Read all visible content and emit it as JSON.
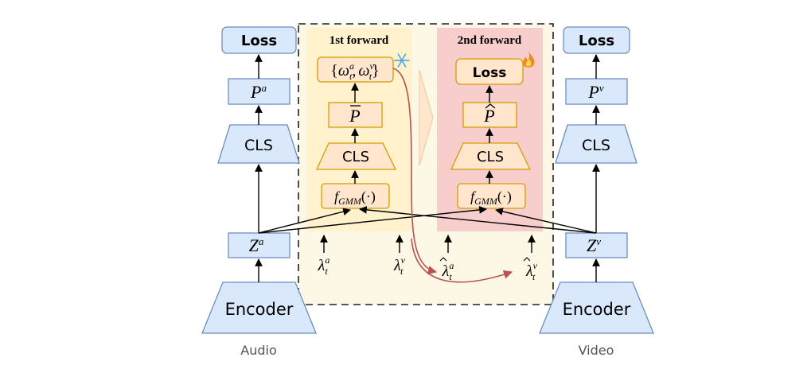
{
  "audio": {
    "loss_label": "Loss",
    "p_label": "P",
    "p_sup": "a",
    "cls_label": "CLS",
    "z_label": "Z",
    "z_sup": "a",
    "encoder_label": "Encoder",
    "modality_label": "Audio"
  },
  "video": {
    "loss_label": "Loss",
    "p_label": "P",
    "p_sup": "v",
    "cls_label": "CLS",
    "z_label": "Z",
    "z_sup": "v",
    "encoder_label": "Encoder",
    "modality_label": "Video"
  },
  "first_forward": {
    "title": "1st forward",
    "weights_open": "{",
    "weights_w1": "ω",
    "weights_w1_sup": "a",
    "weights_w1_sub": "t",
    "weights_comma": ",",
    "weights_w2": "ω",
    "weights_w2_sup": "v",
    "weights_w2_sub": "t",
    "weights_close": "}",
    "pbar_label": "P",
    "cls_label": "CLS",
    "gmm_f": "f",
    "gmm_sub": "GMM",
    "gmm_arg": "(·)",
    "frozen_icon": "snowflake-icon"
  },
  "second_forward": {
    "title": "2nd forward",
    "loss_label": "Loss",
    "phat_label": "P",
    "cls_label": "CLS",
    "gmm_f": "f",
    "gmm_sub": "GMM",
    "gmm_arg": "(·)",
    "update_icon": "fire-icon"
  },
  "lambdas": {
    "symbol": "λ",
    "audio_sup": "a",
    "video_sup": "v",
    "sub": "t"
  },
  "colors": {
    "blue_fill": "#dae8fc",
    "blue_stroke": "#6c8ebf",
    "orange_fill": "#ffe6cc",
    "orange_stroke": "#d79b00",
    "yellow_panel": "#fff2cc",
    "pink_panel": "#f8cecc",
    "outer_panel": "#fdf7e6",
    "red_arrow": "#b85450"
  }
}
